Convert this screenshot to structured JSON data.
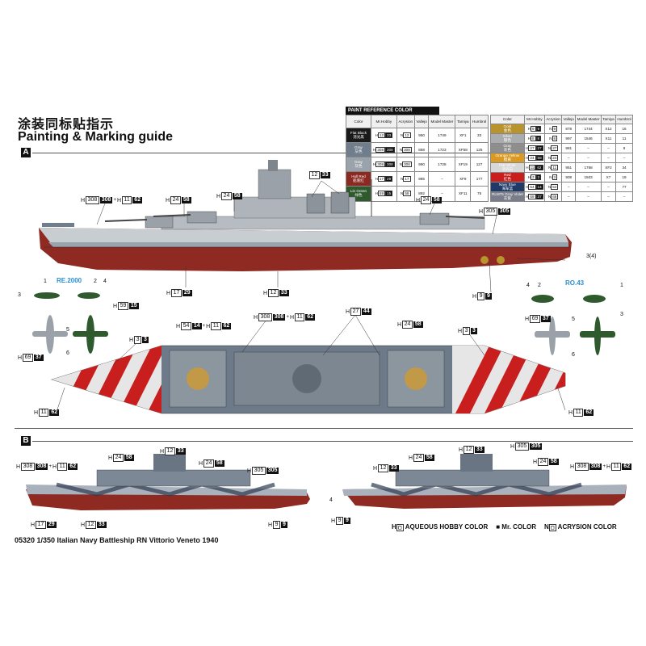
{
  "heading": {
    "title_cn": "涂装同标贴指示",
    "title_en": "Painting & Marking guide"
  },
  "sections": {
    "a": "A",
    "b": "B"
  },
  "paint_table": {
    "title": "PAINT REFERENCE COLOR",
    "headers": [
      "Color",
      "Mr.Hobby",
      "Acrysion",
      "Vallejo",
      "Model Master",
      "Tamiya",
      "Humbrol"
    ],
    "left_rows": [
      {
        "name": "Flat Black",
        "cn": "消光黑",
        "color": "#1a1a1a",
        "h": "12",
        "m": "33",
        "n": "12",
        "vallejo": "950",
        "mm": "1749",
        "tamiya": "XF1",
        "humbrol": "33"
      },
      {
        "name": "Gray",
        "cn": "灰色",
        "color": "#6f7d8c",
        "h": "308",
        "m": "308",
        "n": "308",
        "vallejo": "868",
        "mm": "1723",
        "tamiya": "XF58",
        "humbrol": "125"
      },
      {
        "name": "Gray",
        "cn": "灰色",
        "color": "#9aa3ab",
        "h": "308",
        "m": "308",
        "n": "308",
        "vallejo": "990",
        "mm": "1728",
        "tamiya": "XF19",
        "humbrol": "127"
      },
      {
        "name": "Hull Red",
        "cn": "船底红",
        "color": "#8a2a20",
        "h": "17",
        "m": "29",
        "n": "17",
        "vallejo": "985",
        "mm": "–",
        "tamiya": "XF9",
        "humbrol": "177"
      },
      {
        "name": "Lin Green",
        "cn": "绿色",
        "color": "#2f5a2e",
        "h": "59",
        "m": "15",
        "n": "59",
        "vallejo": "892",
        "mm": "–",
        "tamiya": "XF11",
        "humbrol": "75"
      }
    ],
    "right_rows": [
      {
        "name": "Gold",
        "cn": "金色",
        "color": "#b8932e",
        "h": "9",
        "m": "9",
        "n": "9",
        "vallejo": "878",
        "mm": "1744",
        "tamiya": "X12",
        "humbrol": "16"
      },
      {
        "name": "Silver",
        "cn": "银色",
        "color": "#a9adb0",
        "h": "8",
        "m": "8",
        "n": "8",
        "vallejo": "997",
        "mm": "1546",
        "tamiya": "X11",
        "humbrol": "11"
      },
      {
        "name": "Gray",
        "cn": "灰色",
        "color": "#8e8e8e",
        "h": "27",
        "m": "27",
        "n": "27",
        "vallejo": "981",
        "mm": "–",
        "tamiya": "–",
        "humbrol": "9"
      },
      {
        "name": "Orange Yellow",
        "cn": "橙黄",
        "color": "#d89a22",
        "h": "24",
        "m": "58",
        "n": "24",
        "vallejo": "–",
        "mm": "–",
        "tamiya": "–",
        "humbrol": "–"
      },
      {
        "name": "Flat White",
        "cn": "消光白",
        "color": "#d8d8d8",
        "h": "11",
        "m": "62",
        "n": "11",
        "vallejo": "951",
        "mm": "1768",
        "tamiya": "XF2",
        "humbrol": "34"
      },
      {
        "name": "Red",
        "cn": "红色",
        "color": "#c81e1e",
        "h": "3",
        "m": "3",
        "n": "3",
        "vallejo": "908",
        "mm": "1503",
        "tamiya": "X7",
        "humbrol": "19"
      },
      {
        "name": "Navy Blue",
        "cn": "海军蓝",
        "color": "#1f3a66",
        "h": "54",
        "m": "14",
        "n": "54",
        "vallejo": "–",
        "mm": "–",
        "tamiya": "–",
        "humbrol": "77"
      },
      {
        "name": "RLM75 Gray Violet",
        "cn": "灰紫",
        "color": "#7a7d8a",
        "h": "69",
        "m": "37",
        "n": "69",
        "vallejo": "–",
        "mm": "–",
        "tamiya": "–",
        "humbrol": "–"
      }
    ]
  },
  "callouts_a": [
    {
      "h": "12",
      "m": "33"
    },
    {
      "h": "308",
      "m": "308",
      "h2": "11",
      "m2": "62"
    },
    {
      "h": "24",
      "m": "58"
    },
    {
      "h": "24",
      "m": "58"
    },
    {
      "h": "24",
      "m": "58"
    },
    {
      "h": "305",
      "m": "305"
    },
    {
      "h": "17",
      "m": "29"
    },
    {
      "h": "12",
      "m": "33"
    },
    {
      "h": "9",
      "m": "9"
    },
    {
      "h": "59",
      "m": "15"
    }
  ],
  "callouts_top": [
    {
      "h": "308",
      "m": "308",
      "h2": "11",
      "m2": "62"
    },
    {
      "h": "27",
      "m": "44"
    },
    {
      "h": "54",
      "m": "14",
      "h2": "11",
      "m2": "62"
    },
    {
      "h": "24",
      "m": "58"
    },
    {
      "h": "3",
      "m": "3"
    },
    {
      "h": "3",
      "m": "3"
    },
    {
      "h": "69",
      "m": "37"
    },
    {
      "h": "11",
      "m": "62"
    },
    {
      "h": "11",
      "m": "62"
    },
    {
      "h": "69",
      "m": "37"
    }
  ],
  "callouts_b": [
    {
      "h": "12",
      "m": "33"
    },
    {
      "h": "308",
      "m": "308",
      "h2": "11",
      "m2": "62"
    },
    {
      "h": "24",
      "m": "58"
    },
    {
      "h": "24",
      "m": "58"
    },
    {
      "h": "305",
      "m": "305"
    },
    {
      "h": "17",
      "m": "29"
    },
    {
      "h": "12",
      "m": "33"
    },
    {
      "h": "12",
      "m": "33"
    },
    {
      "h": "12",
      "m": "33"
    },
    {
      "h": "24",
      "m": "58"
    },
    {
      "h": "305",
      "m": "305"
    },
    {
      "h": "24",
      "m": "58"
    },
    {
      "h": "308",
      "m": "308",
      "h2": "11",
      "m2": "62"
    },
    {
      "h": "9",
      "m": "9"
    }
  ],
  "aircraft": {
    "left_label": "RE.2000",
    "right_label": "RO.43",
    "left_numbers": [
      "1",
      "2",
      "3",
      "4",
      "5",
      "6"
    ],
    "right_numbers": [
      "1",
      "2",
      "3",
      "4",
      "5",
      "6"
    ]
  },
  "misc": {
    "prop_note": "3(4)",
    "b_num_4": "4"
  },
  "legend": {
    "aqueous": "AQUEOUS HOBBY COLOR",
    "mr": "Mr. COLOR",
    "acrysion": "ACRYSION COLOR"
  },
  "footer": "05320 1/350 Italian Navy Battleship RN Vittorio Veneto 1940"
}
